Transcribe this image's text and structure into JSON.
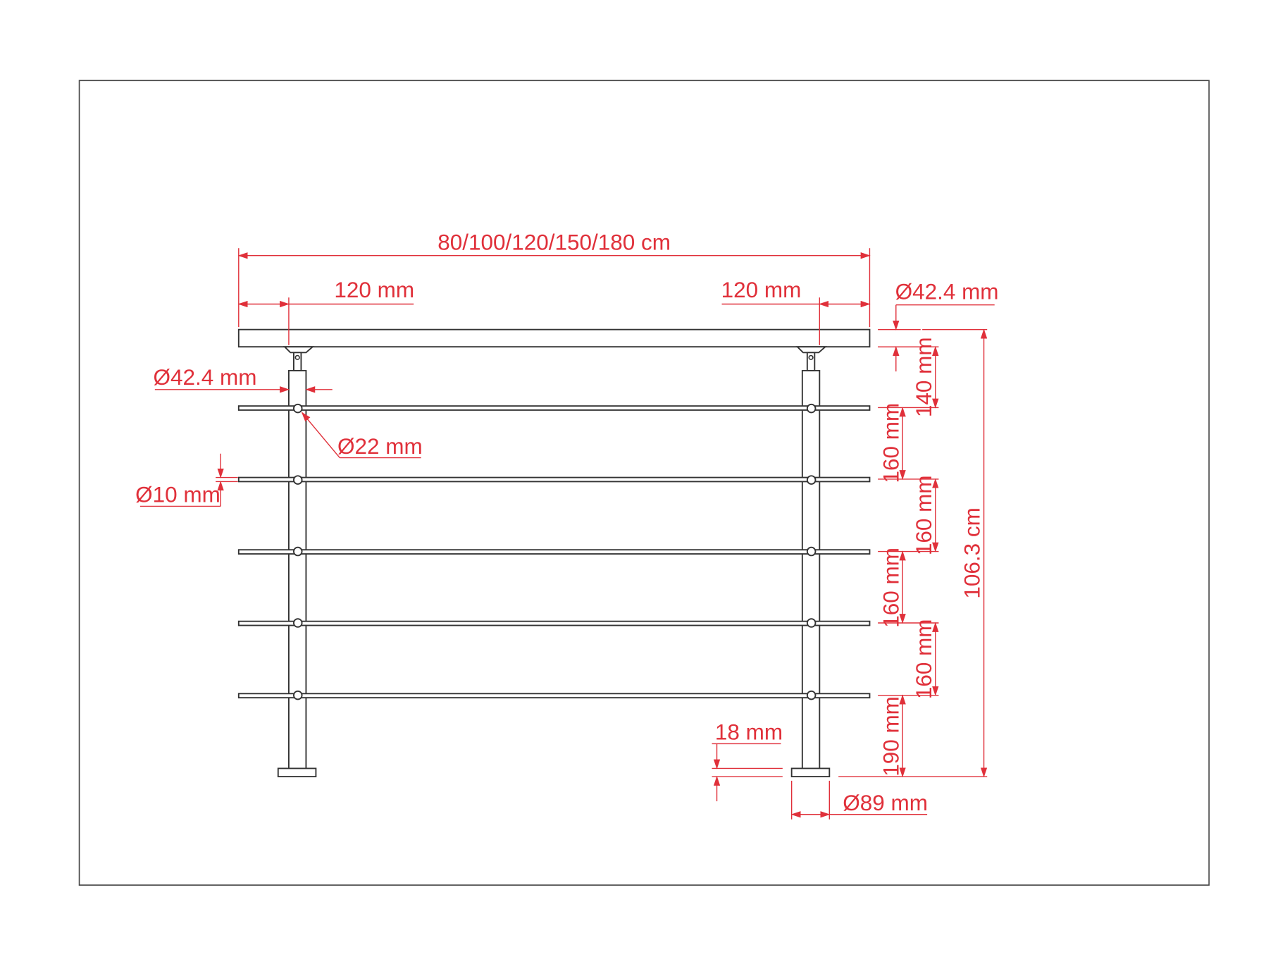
{
  "colors": {
    "dimension": "#e0303a",
    "part": "#333333",
    "frame": "#444444",
    "background": "#ffffff"
  },
  "dimensions": {
    "overall_length": "80/100/120/150/180 cm",
    "handrail_overhang_left": "120 mm",
    "handrail_overhang_right": "120 mm",
    "handrail_diameter": "Ø42.4 mm",
    "post_diameter": "Ø42.4 mm",
    "rod_hole_diameter": "Ø22 mm",
    "rod_diameter": "Ø10 mm",
    "spacing_top": "140 mm",
    "spacing_1": "160 mm",
    "spacing_2": "160 mm",
    "spacing_3": "160 mm",
    "spacing_4": "160 mm",
    "spacing_bottom": "190 mm",
    "total_height": "106.3 cm",
    "base_plate_thickness": "18 mm",
    "base_plate_diameter": "Ø89 mm"
  },
  "rod_count": 5
}
